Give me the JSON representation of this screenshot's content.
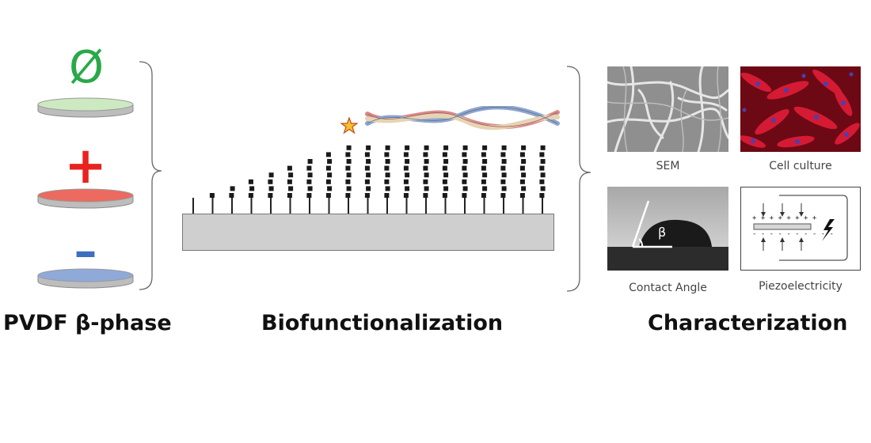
{
  "headings": {
    "pvdf": "PVDF β-phase",
    "biofunc": "Biofunctionalization",
    "charac": "Characterization"
  },
  "discs": [
    {
      "symbol": "Ø",
      "color": "#2aa84a",
      "disc_color": "#cde9c2"
    },
    {
      "symbol": "+",
      "color": "#e8231f",
      "disc_color": "#ec6a5f"
    },
    {
      "symbol": "–",
      "color": "#3d6fbf",
      "disc_color": "#8fa9d9"
    }
  ],
  "characterization": {
    "sem_label": "SEM",
    "cell_label": "Cell culture",
    "contact_label": "Contact Angle",
    "contact_angle_symbol": "β",
    "piezo_label": "Piezoelectricity",
    "piezo_plus": "+ + + + + + + +",
    "piezo_minus": "- - - - - - - - - -"
  },
  "colors": {
    "substrate": "#cfcfcf",
    "sem_bg": "#8a8a8a",
    "cell_bg": "#8a0a1a",
    "nucleus": "#4b3fb0"
  }
}
